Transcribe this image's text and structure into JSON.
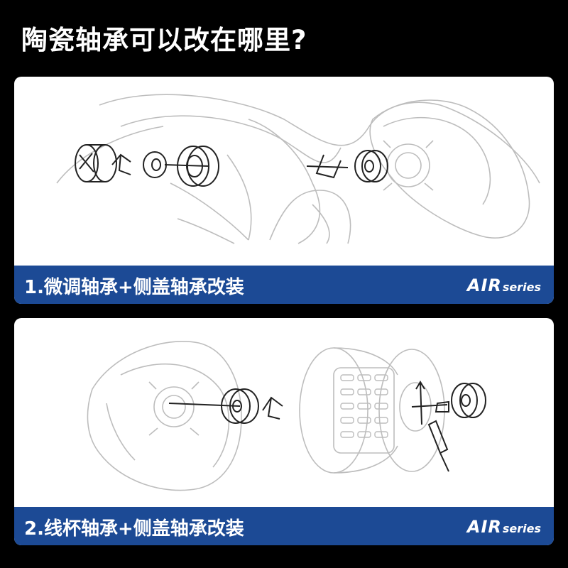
{
  "title": "陶瓷轴承可以改在哪里?",
  "panels": [
    {
      "label": "1.微调轴承+侧盖轴承改装",
      "logo_main": "AIR",
      "logo_sub": "series"
    },
    {
      "label": "2.线杯轴承+侧盖轴承改装",
      "logo_main": "AIR",
      "logo_sub": "series"
    }
  ],
  "colors": {
    "background": "#000000",
    "banner": "#1c4a95",
    "panel": "#ffffff",
    "text": "#ffffff"
  }
}
